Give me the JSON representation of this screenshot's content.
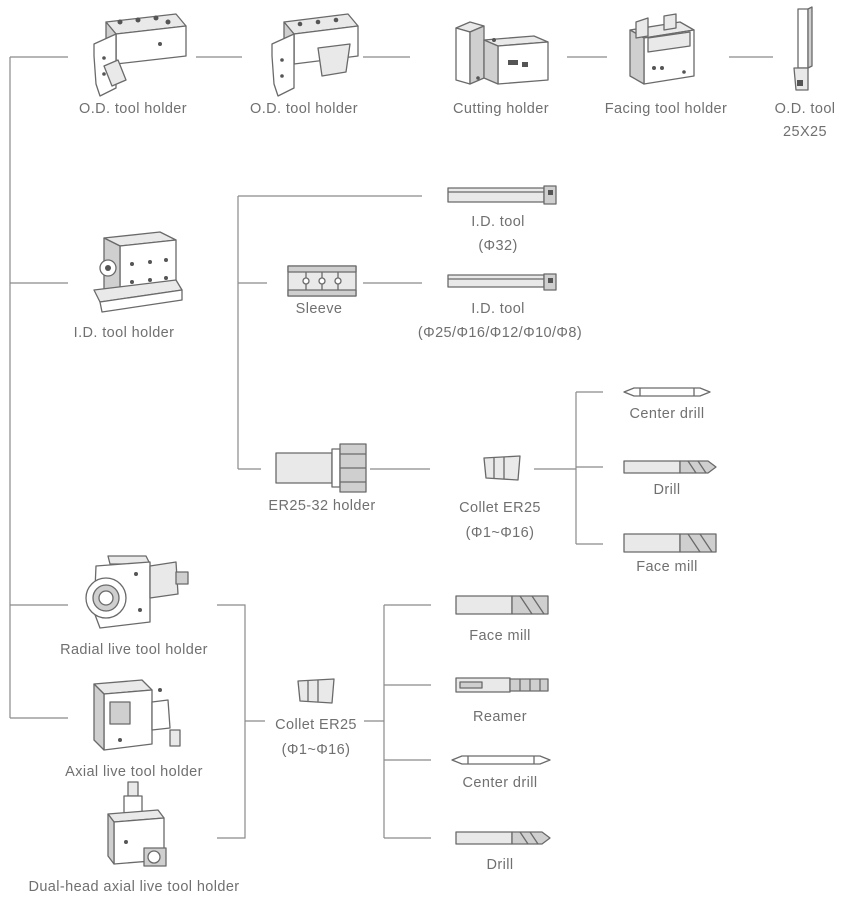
{
  "labels": {
    "od_holder_1": "O.D. tool holder",
    "od_holder_2": "O.D. tool holder",
    "cutting_holder": "Cutting holder",
    "facing_holder": "Facing tool holder",
    "od_tool": "O.D. tool",
    "od_tool_size": "25X25",
    "id_tool_holder": "I.D. tool holder",
    "sleeve": "Sleeve",
    "id_tool_32": "I.D. tool",
    "id_tool_32_size": "(Φ32)",
    "id_tool_small": "I.D. tool",
    "id_tool_small_size": "(Φ25/Φ16/Φ12/Φ10/Φ8)",
    "er_holder": "ER25-32 holder",
    "collet_1": "Collet ER25",
    "collet_1_range": "(Φ1~Φ16)",
    "center_drill_1": "Center drill",
    "drill_1": "Drill",
    "face_mill_1": "Face mill",
    "radial_live": "Radial live tool holder",
    "axial_live": "Axial live tool holder",
    "dual_live": "Dual-head axial live tool holder",
    "collet_2": "Collet ER25",
    "collet_2_range": "(Φ1~Φ16)",
    "face_mill_2": "Face mill",
    "reamer": "Reamer",
    "center_drill_2": "Center drill",
    "drill_2": "Drill"
  }
}
